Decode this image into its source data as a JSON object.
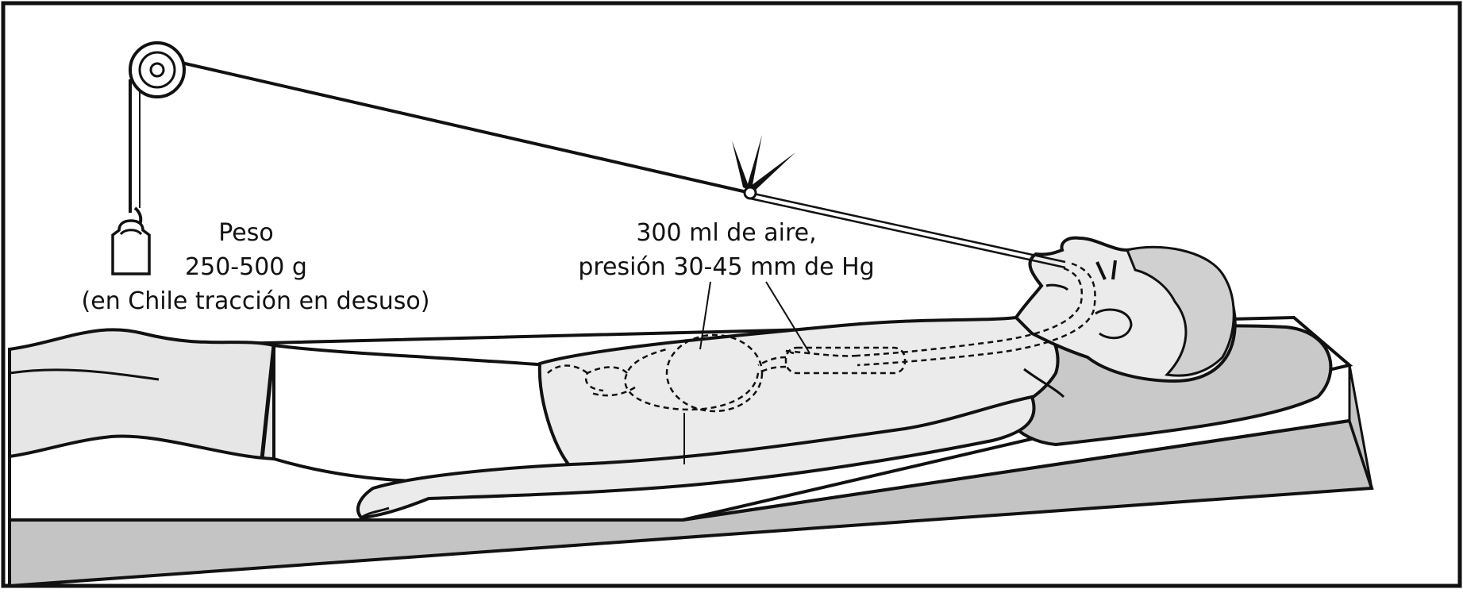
{
  "figure": {
    "weight_label": {
      "line1": "Peso",
      "line2": "250-500 g",
      "line3": "(en Chile tracción en desuso)"
    },
    "balloon_label": {
      "line1": "300 ml de aire,",
      "line2": "presión 30-45 mm de Hg"
    }
  },
  "colors": {
    "ink": "#111111",
    "skin": "#ebebeb",
    "pillow": "#c9c9c9",
    "mattress_side": "#c4c4c4",
    "background": "#ffffff"
  },
  "icons": [
    "pulley-icon",
    "weight-icon",
    "clamp-icon"
  ]
}
